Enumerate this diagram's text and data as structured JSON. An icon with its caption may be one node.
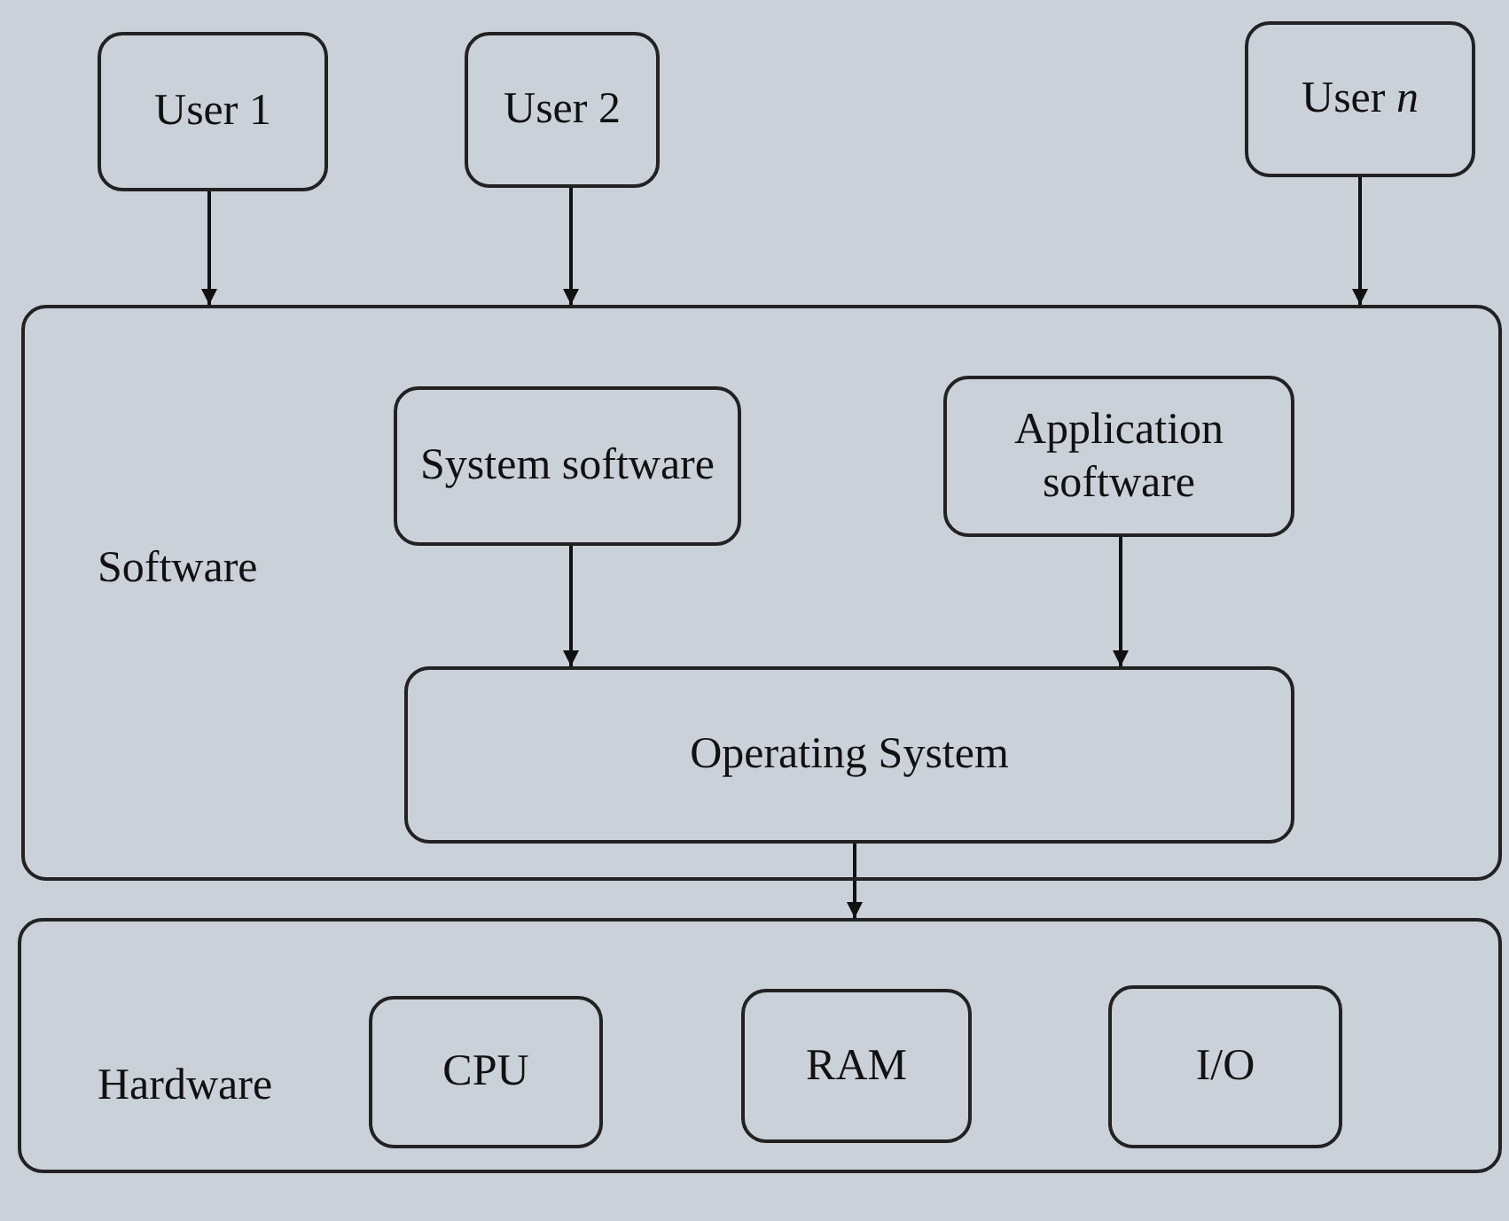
{
  "diagram": {
    "nodes": [
      {
        "text": [
          "User 1"
        ]
      },
      {
        "text": [
          "User 2"
        ]
      },
      {
        "text": [
          "User *n*"
        ]
      },
      {
        "text": [
          "Software"
        ]
      },
      {
        "text": [
          "System software"
        ],
        "in": 3
      },
      {
        "text": [
          "Application software"
        ],
        "in": 3
      },
      {
        "text": [
          "Operating System"
        ],
        "in": 3
      },
      {
        "text": [
          "Hardware"
        ]
      },
      {
        "text": [
          "CPU"
        ],
        "in": 7
      },
      {
        "text": [
          "RAM"
        ],
        "in": 7
      },
      {
        "text": [
          "I/O"
        ],
        "in": 7
      }
    ],
    "edges": [
      {
        "from": 0,
        "to": 3,
        "arrow": "to"
      },
      {
        "from": 1,
        "to": 3,
        "arrow": "to"
      },
      {
        "from": 2,
        "to": 3,
        "arrow": "to"
      },
      {
        "from": 4,
        "to": 6,
        "arrow": "to"
      },
      {
        "from": 5,
        "to": 6,
        "arrow": "to"
      },
      {
        "from": 6,
        "to": 7,
        "arrow": "to"
      }
    ]
  }
}
